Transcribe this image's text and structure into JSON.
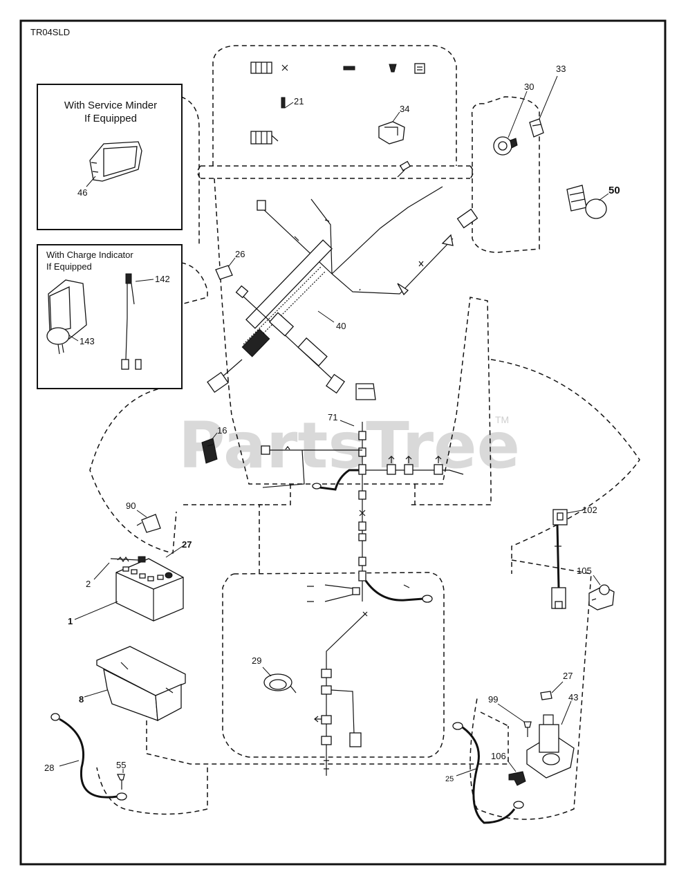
{
  "diagram": {
    "code": "TR04SLD",
    "watermark": "PartsTree",
    "trademark": "TM",
    "boxes": {
      "service_minder": {
        "line1": "With Service Minder",
        "line2": "If Equipped"
      },
      "charge_indicator": {
        "line1": "With Charge Indicator",
        "line2": "If Equipped"
      }
    },
    "callouts": {
      "c46": "46",
      "c142": "142",
      "c143": "143",
      "c21": "21",
      "c34": "34",
      "c30": "30",
      "c33": "33",
      "c50": "50",
      "c26": "26",
      "c40": "40",
      "c16": "16",
      "c71": "71",
      "c90": "90",
      "c27a": "27",
      "c2": "2",
      "c1": "1",
      "c8": "8",
      "c29": "29",
      "c28": "28",
      "c55": "55",
      "c102": "102",
      "c105": "105",
      "c27b": "27",
      "c43": "43",
      "c99": "99",
      "c106": "106",
      "c25": "25"
    }
  }
}
